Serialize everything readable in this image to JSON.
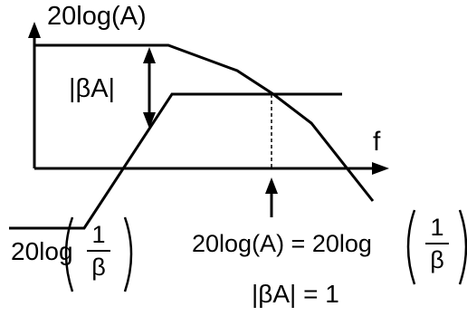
{
  "labels": {
    "y_axis": "20log(A)",
    "x_axis": "f",
    "loop_gain": "|βA|",
    "feedback_prefix": "20log",
    "feedback_num": "1",
    "feedback_den": "β",
    "intersection_left": "20log(A) = 20log",
    "intersection_num": "1",
    "intersection_den": "β",
    "unity_condition": "|βA| = 1"
  },
  "colors": {
    "stroke": "#000000",
    "background": "#ffffff"
  }
}
